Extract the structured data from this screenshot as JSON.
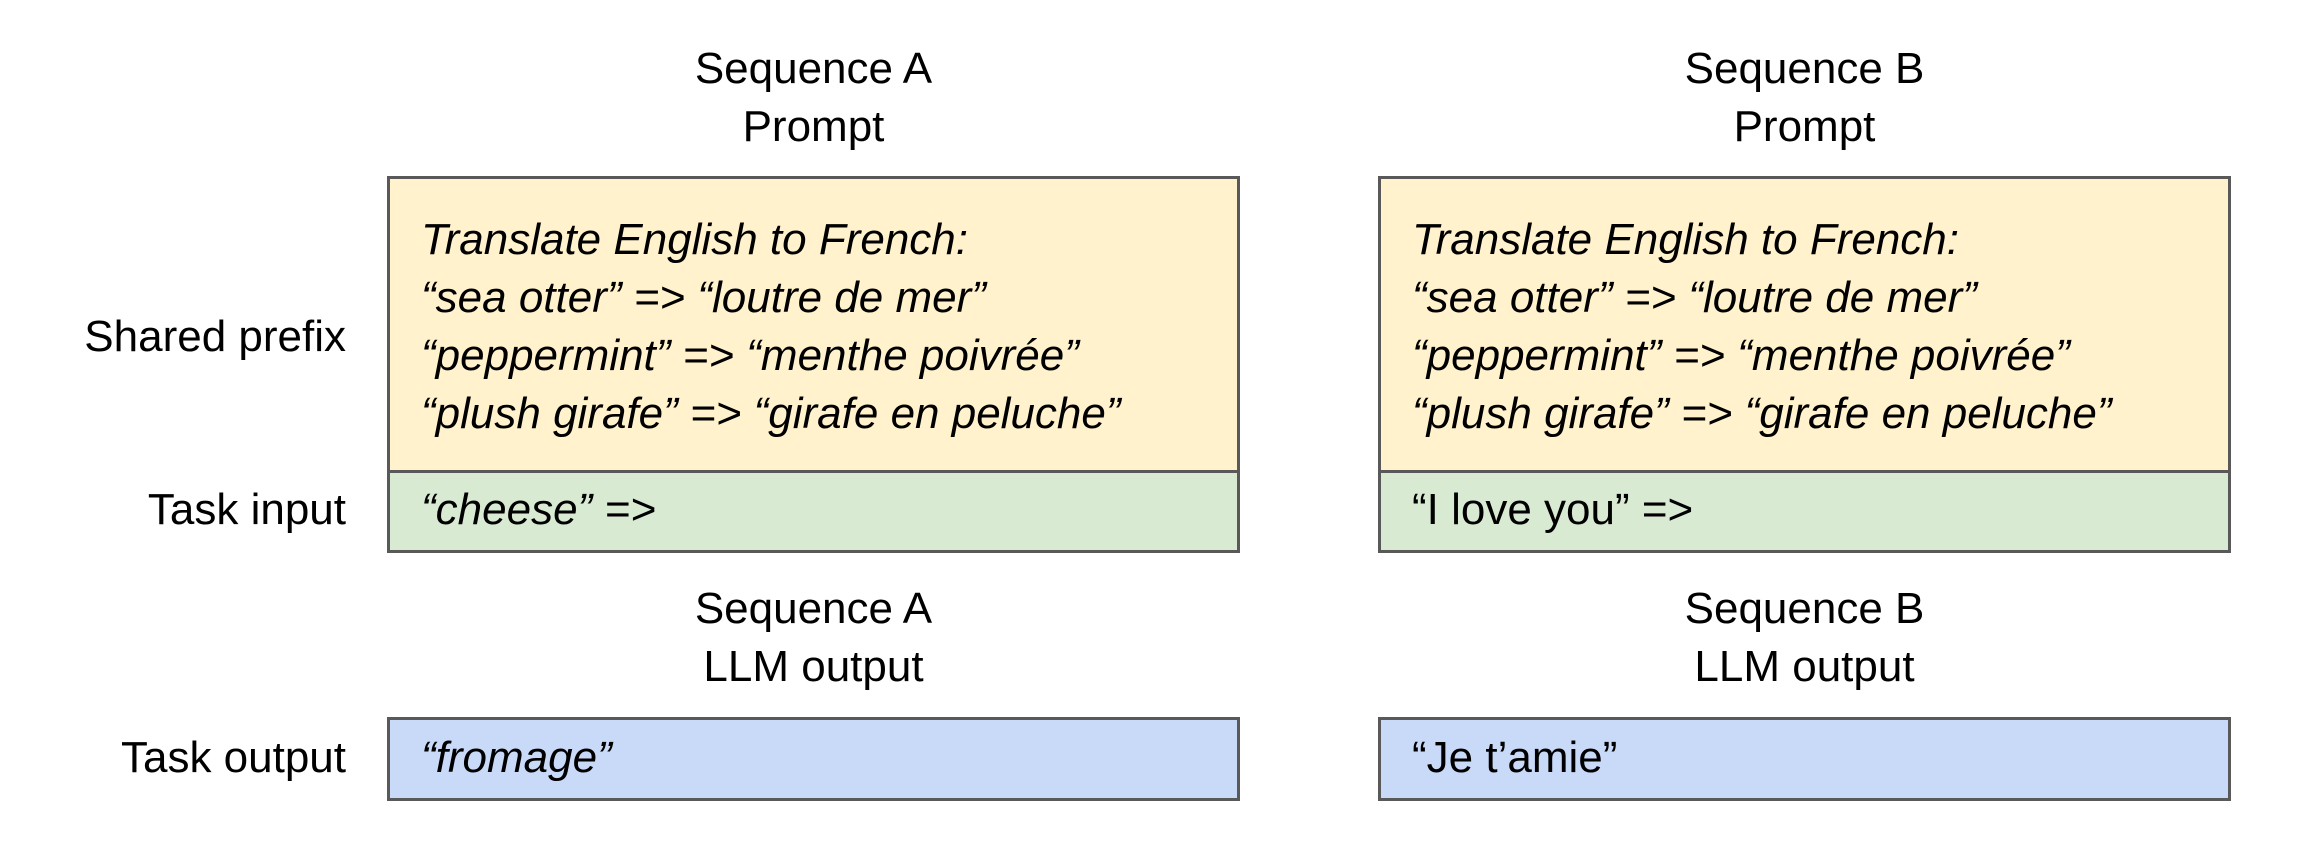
{
  "columns": [
    {
      "prompt_title": [
        "Sequence A",
        "Prompt"
      ],
      "prefix_lines": [
        "Translate English to French:",
        "“sea otter” => “loutre de mer”",
        "“peppermint” => “menthe poivrée”",
        "“plush girafe” => “girafe en peluche”"
      ],
      "task_input": "“cheese” =>",
      "output_title": [
        "Sequence A",
        "LLM output"
      ],
      "task_output": "“fromage”"
    },
    {
      "prompt_title": [
        "Sequence B",
        "Prompt"
      ],
      "prefix_lines": [
        "Translate English to French:",
        "“sea otter” => “loutre de mer”",
        "“peppermint” => “menthe poivrée”",
        "“plush girafe” => “girafe en peluche”"
      ],
      "task_input": "“I love you” =>",
      "output_title": [
        "Sequence B",
        "LLM output"
      ],
      "task_output": "“Je t’amie”"
    }
  ],
  "row_labels": {
    "shared_prefix": "Shared prefix",
    "task_input": "Task input",
    "task_output": "Task output"
  },
  "colors": {
    "prefix": "#fff2cc",
    "input": "#d9ead3",
    "output": "#c9daf8",
    "border": "#595959"
  }
}
